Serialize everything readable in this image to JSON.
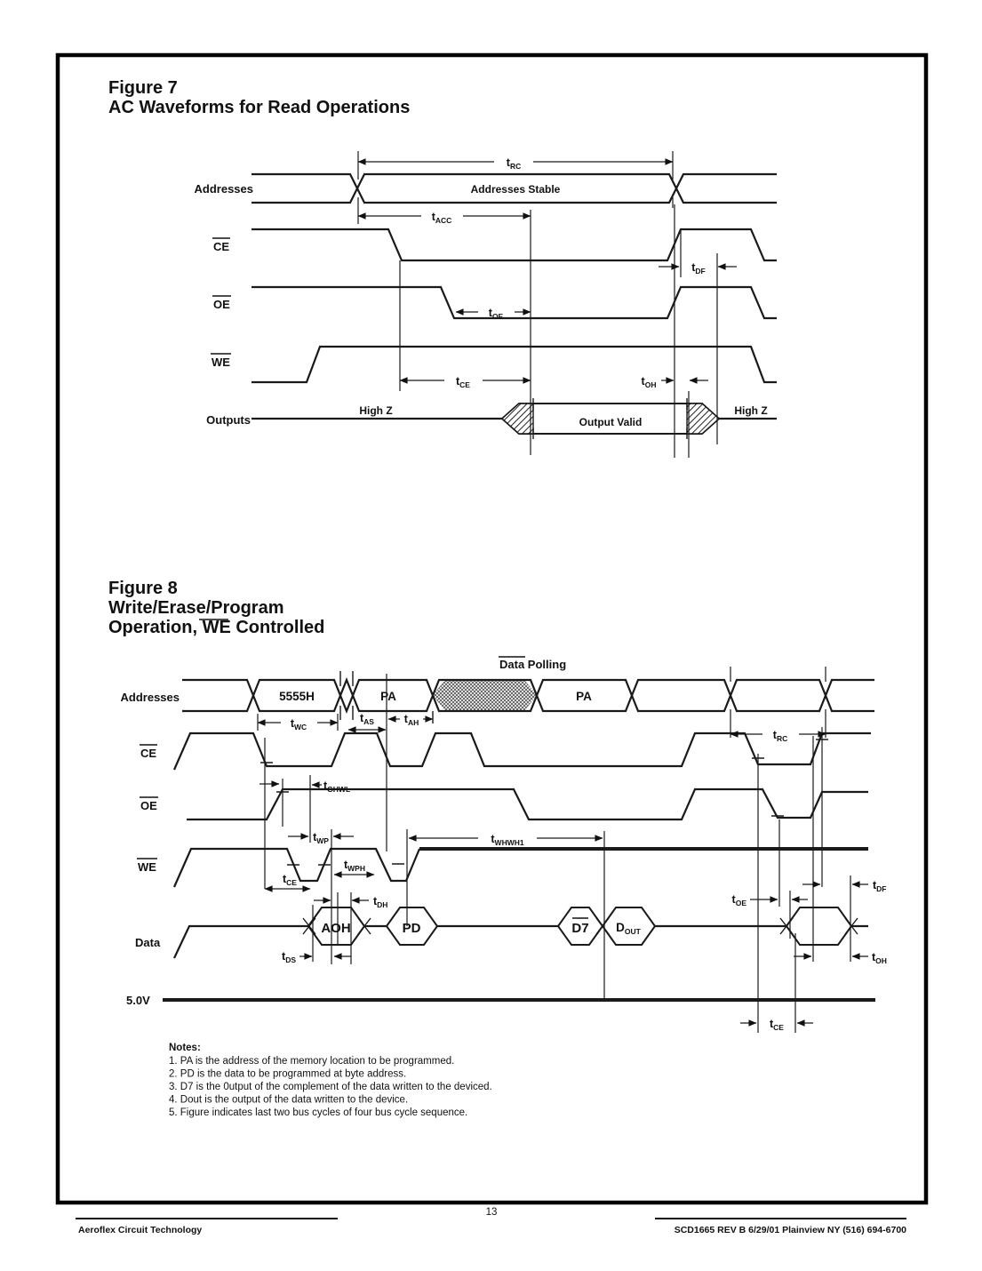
{
  "figure7": {
    "title1": "Figure 7",
    "title2": "AC Waveforms for Read Operations",
    "signals": {
      "addresses": "Addresses",
      "ce": "CE",
      "oe": "OE",
      "we": "WE",
      "outputs": "Outputs"
    },
    "labels": {
      "addresses_stable": "Addresses Stable",
      "high_z_left": "High Z",
      "high_z_right": "High Z",
      "output_valid": "Output Valid"
    },
    "timings": {
      "trc": {
        "b": "t",
        "s": "RC"
      },
      "tacc": {
        "b": "t",
        "s": "ACC"
      },
      "tdf": {
        "b": "t",
        "s": "DF"
      },
      "toe": {
        "b": "t",
        "s": "OE"
      },
      "tce": {
        "b": "t",
        "s": "CE"
      },
      "toh": {
        "b": "t",
        "s": "OH"
      }
    }
  },
  "figure8": {
    "title1": "Figure 8",
    "title2": "Write/Erase/Program",
    "title3_pre": "Operation, ",
    "title3_we": "WE",
    "title3_post": " Controlled",
    "polling": {
      "overlined": "Data",
      "rest": " Polling"
    },
    "signals": {
      "addresses": "Addresses",
      "ce": "CE",
      "oe": "OE",
      "we": "WE",
      "data": "Data",
      "v5": "5.0V"
    },
    "bus": {
      "addr1": "5555H",
      "pa1": "PA",
      "pa2": "PA",
      "aoh": "AOH",
      "pd": "PD",
      "d7": "D7",
      "dout_b": "D",
      "dout_s": "OUT"
    },
    "timings": {
      "twc": {
        "b": "t",
        "s": "WC"
      },
      "tas": {
        "b": "t",
        "s": "AS"
      },
      "tah": {
        "b": "t",
        "s": "AH"
      },
      "trc": {
        "b": "t",
        "s": "RC"
      },
      "tghwl": {
        "b": "t",
        "s": "GHWL"
      },
      "twp": {
        "b": "t",
        "s": "WP"
      },
      "twhwh1": {
        "b": "t",
        "s": "WHWH1"
      },
      "twph": {
        "b": "t",
        "s": "WPH"
      },
      "tce_a": {
        "b": "t",
        "s": "CE"
      },
      "tdh": {
        "b": "t",
        "s": "DH"
      },
      "tds": {
        "b": "t",
        "s": "DS"
      },
      "toe": {
        "b": "t",
        "s": "OE"
      },
      "tdf": {
        "b": "t",
        "s": "DF"
      },
      "toh": {
        "b": "t",
        "s": "OH"
      },
      "tce_b": {
        "b": "t",
        "s": "CE"
      }
    }
  },
  "notes": {
    "heading": "Notes:",
    "items": [
      "1. PA is the address of the memory location to be programmed.",
      "2. PD is the data to be programmed at byte address.",
      "3. D7 is the 0utput of the complement of the data written to the deviced.",
      "4. Dout is the output of the data written to the device.",
      "5. Figure indicates last two bus cycles of four bus cycle sequence."
    ]
  },
  "footer": {
    "left": "Aeroflex Circuit Technology",
    "page_number": "13",
    "right": "SCD1665 REV B  6/29/01   Plainview NY (516) 694-6700"
  }
}
